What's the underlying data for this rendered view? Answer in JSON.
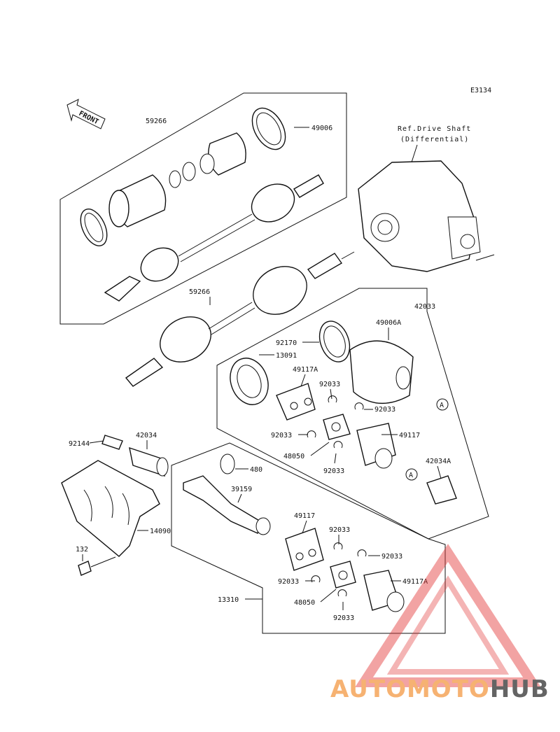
{
  "diagram_code": "E3134",
  "front_label": "FRONT",
  "ref_line1": "Ref.Drive Shaft",
  "ref_line2": "(Differential)",
  "circle_marker": "A",
  "parts": {
    "p59266_top": "59266",
    "p49006": "49006",
    "p59266_mid": "59266",
    "p42033": "42033",
    "p49006A": "49006A",
    "p92170": "92170",
    "p13091": "13091",
    "p49117A_top": "49117A",
    "p92033_a": "92033",
    "p92033_b": "92033",
    "p92033_c": "92033",
    "p49117_top": "49117",
    "p48050_top": "48050",
    "p92033_d": "92033",
    "p42034A": "42034A",
    "p92144": "92144",
    "p42034": "42034",
    "p480": "480",
    "p39159": "39159",
    "p14090": "14090",
    "p49117_bot": "49117",
    "p92033_e": "92033",
    "p92033_f": "92033",
    "p132": "132",
    "p92033_g": "92033",
    "p49117A_bot": "49117A",
    "p13310": "13310",
    "p48050_bot": "48050",
    "p92033_h": "92033"
  },
  "watermark": {
    "part1": "AUTOMOTO",
    "part2": "HUB",
    "color_orange": "#f5a55a",
    "color_red": "#e23b3b",
    "color_dark": "#4a4a4a"
  }
}
